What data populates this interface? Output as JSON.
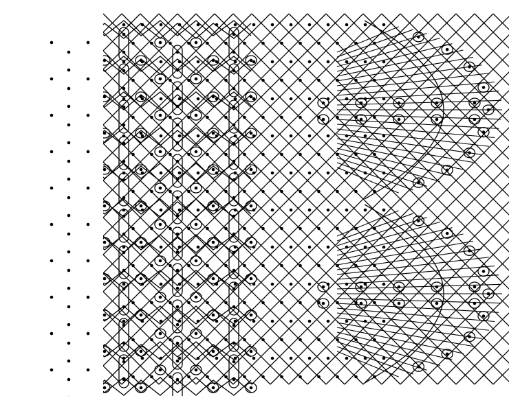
{
  "diagram": {
    "kind": "bobbin-lace pricking pattern",
    "colors": {
      "ink": "#000000",
      "paper": "#ffffff"
    },
    "components": [
      "footside-edge",
      "cloth-stitch-ground",
      "half-stitch-diamond-ground",
      "fan-headside"
    ]
  }
}
